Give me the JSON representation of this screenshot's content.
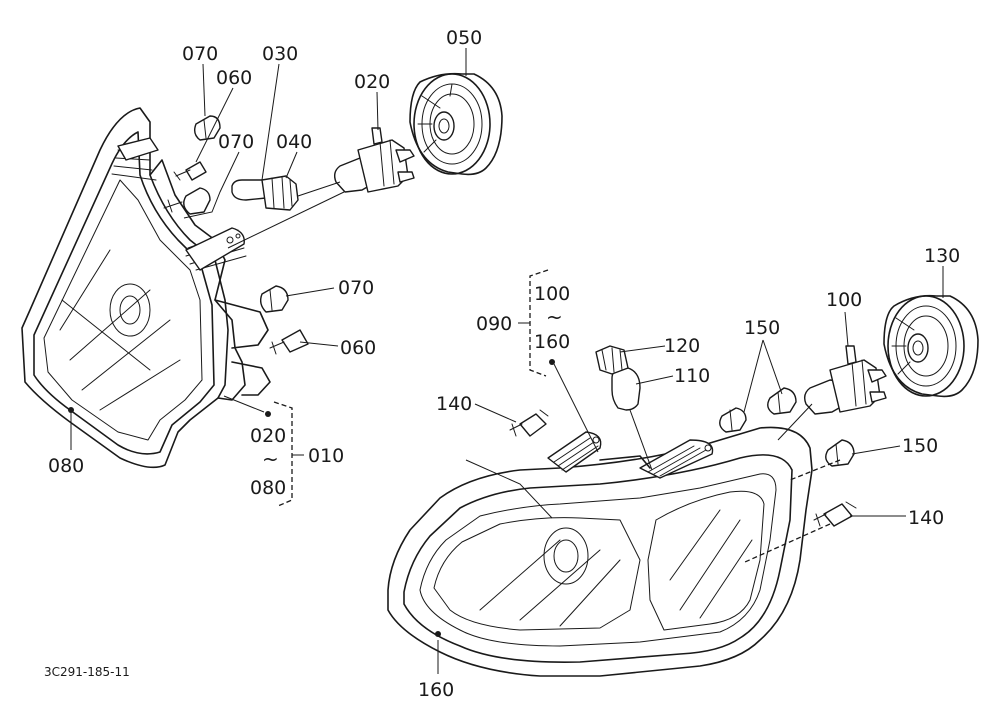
{
  "diagram": {
    "drawing_code": "3C291-185-11",
    "callouts": {
      "c070_top": "070",
      "c060_top": "060",
      "c030": "030",
      "c050": "050",
      "c020": "020",
      "c070_mid": "070",
      "c040": "040",
      "c070_right": "070",
      "c060_right": "060",
      "c080": "080",
      "c130": "130",
      "c100_right": "100",
      "c150_top": "150",
      "c120": "120",
      "c110": "110",
      "c140_left": "140",
      "c150_right": "150",
      "c140_right": "140",
      "c160": "160"
    },
    "groups": {
      "left": {
        "from": "020",
        "tilde": "~",
        "to": "080",
        "assembly": "010"
      },
      "right": {
        "from": "100",
        "tilde": "~",
        "to": "160",
        "assembly": "090"
      }
    }
  }
}
